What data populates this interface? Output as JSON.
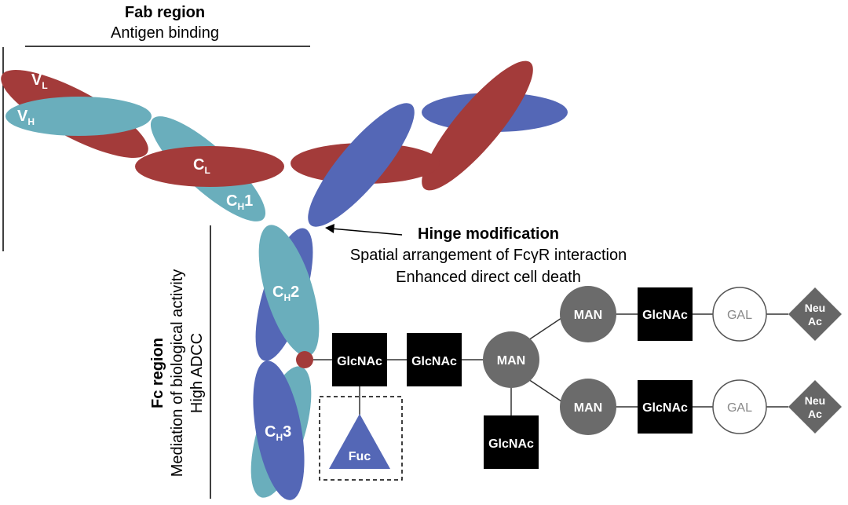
{
  "fab": {
    "title": "Fab region",
    "subtitle": "Antigen binding"
  },
  "fc": {
    "title": "Fc region",
    "line1": "Mediation of biological activity",
    "line2": "High ADCC"
  },
  "hinge": {
    "title": "Hinge modification",
    "line1": "Spatial arrangement of FcγR interaction",
    "line2": "Enhanced direct cell death"
  },
  "domains": {
    "vl_main": "V",
    "vl_sub": "L",
    "vh_main": "V",
    "vh_sub": "H",
    "cl_main": "C",
    "cl_sub": "L",
    "ch1_main": "C",
    "ch1_sub": "H",
    "ch1_suffix": "1",
    "ch2_main": "C",
    "ch2_sub": "H",
    "ch2_suffix": "2",
    "ch3_main": "C",
    "ch3_sub": "H",
    "ch3_suffix": "3"
  },
  "glycan": {
    "glcnac_1": "GlcNAc",
    "glcnac_2": "GlcNAc",
    "man_core": "MAN",
    "glcnac_bisect": "GlcNAc",
    "fuc": "Fuc",
    "man_upper": "MAN",
    "glcnac_upper": "GlcNAc",
    "gal_upper": "GAL",
    "neuac_upper_1": "Neu",
    "neuac_upper_2": "Ac",
    "man_lower": "MAN",
    "glcnac_lower": "GlcNAc",
    "gal_lower": "GAL",
    "neuac_lower_1": "Neu",
    "neuac_lower_2": "Ac"
  },
  "colors": {
    "heavy_chain_teal": "#6aaebc",
    "heavy_chain_blue": "#5467b6",
    "light_chain_red": "#a33b3a",
    "glcnac_black": "#000000",
    "man_gray": "#6b6b6b",
    "gal_white": "#ffffff",
    "neuac_gray": "#666666",
    "fuc_blue": "#5467b6"
  }
}
